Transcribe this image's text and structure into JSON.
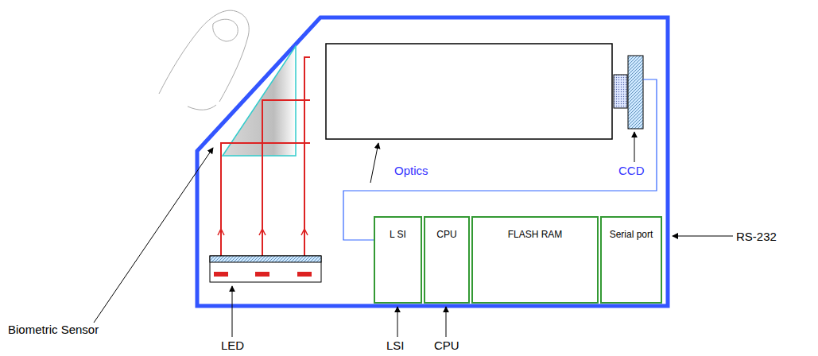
{
  "diagram": {
    "nodes": [
      {
        "text": [
          "L SI"
        ]
      },
      {
        "text": [
          "CPU"
        ]
      },
      {
        "text": [
          "FLASH RAM"
        ]
      },
      {
        "text": [
          "Serial port"
        ]
      }
    ],
    "labels": [
      "Optics",
      "CCD",
      "Biometric Sensor",
      "LED",
      "LSI",
      "CPU",
      "RS-232"
    ]
  }
}
